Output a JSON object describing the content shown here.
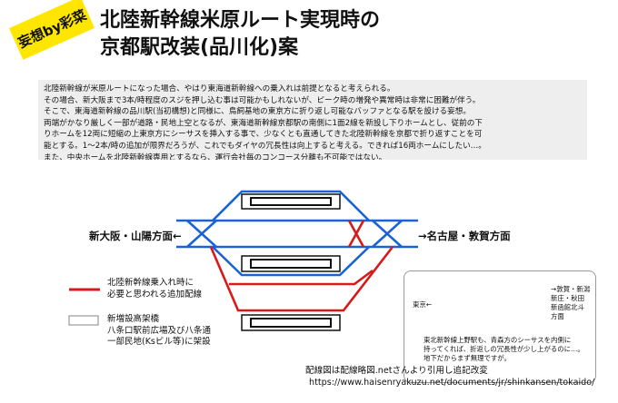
{
  "badge": "妄想by彩菜",
  "title": {
    "line1": "北陸新幹線米原ルート実現時の",
    "line2": "京都駅改装(品川化)案"
  },
  "description": [
    "北陸新幹線が米原ルートになった場合、やはり東海道新幹線への乗入れは前提となると考えられる。",
    "その場合、新大阪まで3本/時程度のスジを押し込む事は可能かもしれないが、ピーク時の増発や異常時は非常に困難が伴う。",
    "そこで、東海道新幹線の品川駅(当初構想)と同様に、鳥飼基地の東京方に折り返し可能なバッファとなる駅を設ける妄想。",
    "両端がかなり厳しく一部が道路・民地上空となるが、東海道新幹線京都駅の南側に1面2線を新設し下りホームとし、従前の下",
    "りホームを12両に短縮の上東京方にシーサスを挿入する事で、少なくとも直通してきた北陸新幹線を京都で折り返すことを可",
    "能とする。1～2本/時の追加が限界だろうが、これでもダイヤの冗長性は向上すると考える。できれば16両ホームにしたい…。",
    "また、中央ホームを北陸新幹線専用とするなら、運行会社毎のコンコース分離も不可能ではない。"
  ],
  "directions": {
    "west": "新大阪・山陽方面←",
    "east": "→名古屋・敦賀方面"
  },
  "legend": {
    "red_line1": "北陸新幹線乗入れ時に",
    "red_line2": "必要と思われる追加配線",
    "box_line1": "新増設高架橋",
    "box_line2": "八条口駅前広場及び八条通",
    "box_line3": "一部民地(Ksビル等)に架設"
  },
  "inset": {
    "tokyo": "東京←",
    "right1": "→敦賀・新潟",
    "right2": "新庄・秋田",
    "right3": "新函館北斗",
    "right4": "方面",
    "note1": "東北新幹線上野駅も、青森方のシーサスを内側に",
    "note2": "持ってくれば、折返しの冗長性が少し上がるのに…。",
    "note3": "地下だからまず無理ですが。"
  },
  "credit": {
    "line1": "配線図は配線略図.netさんより引用し追記改変",
    "line2": "https://www.haisenryakuzu.net/documents/jr/shinkansen/tokaido/"
  },
  "colors": {
    "blue": "#1a63d6",
    "red": "#d61a1a",
    "badge": "#ffe600",
    "arrow": "#f2a400"
  }
}
